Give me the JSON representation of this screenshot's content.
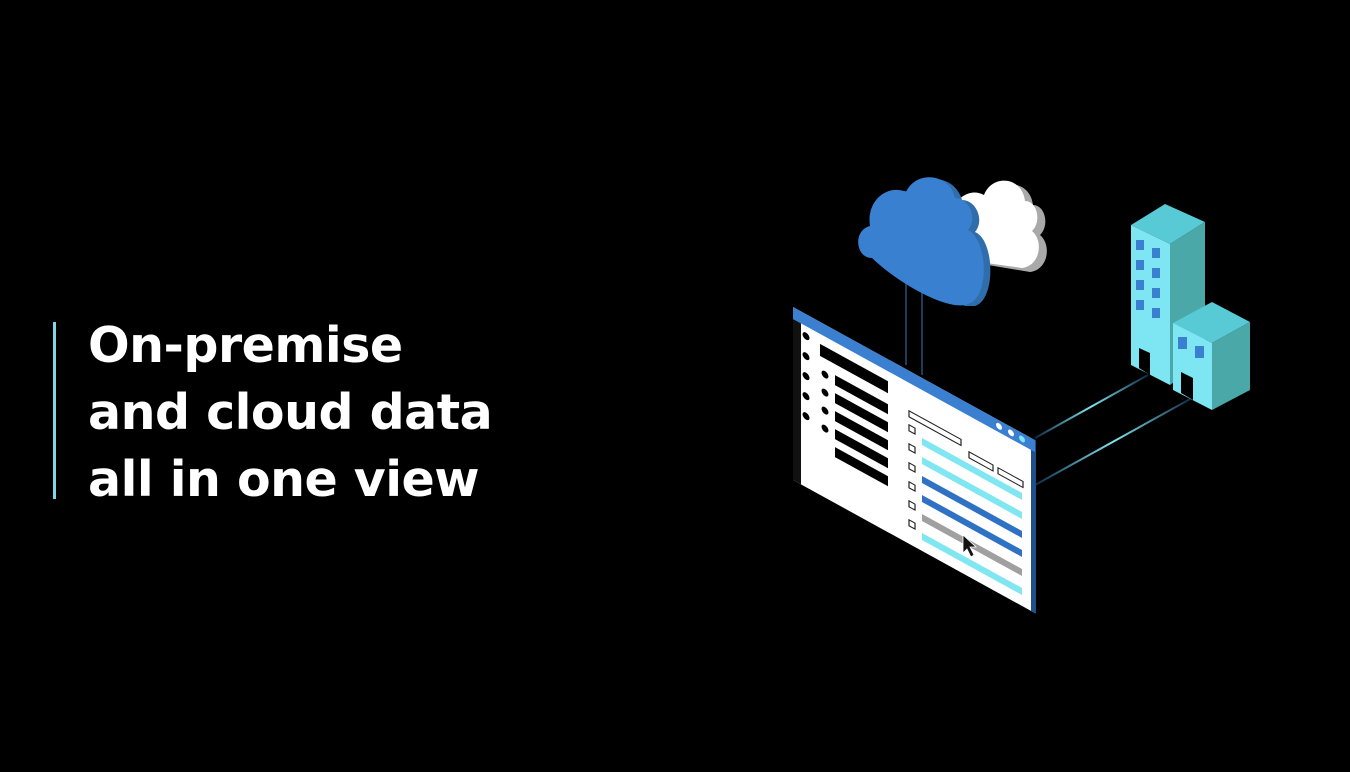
{
  "slide": {
    "headline_lines": [
      "On-premise",
      "and cloud data",
      "all in one view"
    ]
  },
  "colors": {
    "background": "#000000",
    "accent": "#7fd6e6",
    "cloud_blue": "#3a80d0",
    "building_teal": "#6ad8e6",
    "window_header": "#3a7fd0"
  },
  "illustration": {
    "icons": [
      "cloud-icon",
      "building-icon",
      "app-window-icon",
      "mouse-cursor-icon"
    ]
  }
}
